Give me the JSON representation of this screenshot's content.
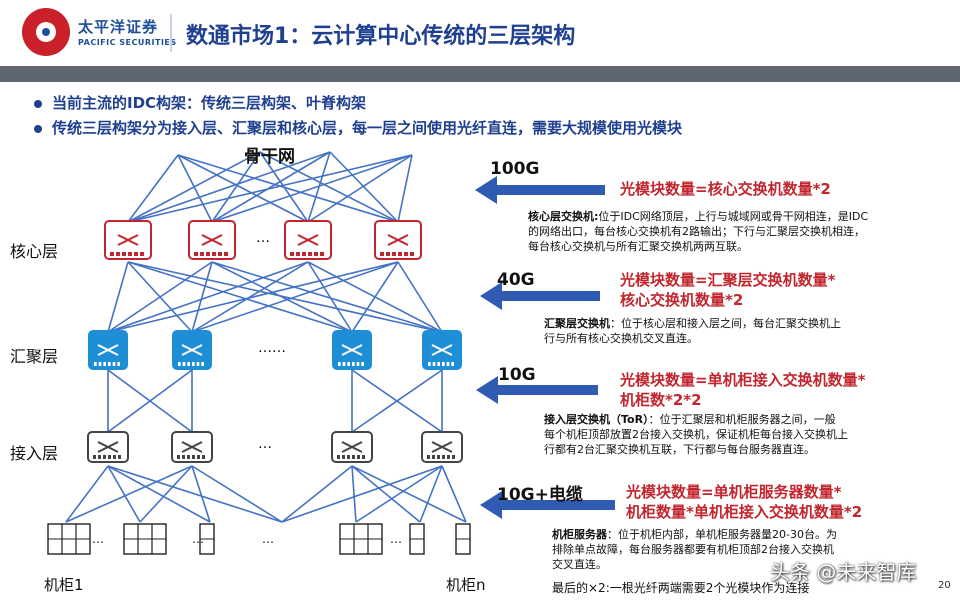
{
  "header": {
    "brand_cn": "太平洋证券",
    "brand_en": "PACIFIC SECURITIES",
    "title": "数通市场1：云计算中心传统的三层架构"
  },
  "bullets": [
    "当前主流的IDC构架：传统三层构架、叶脊构架",
    "传统三层构架分为接入层、汇聚层和核心层，每一层之间使用光纤直连，需要大规模使用光模块"
  ],
  "diagram": {
    "backbone_label": "骨干网",
    "layers": {
      "core": "核心层",
      "aggregation": "汇聚层",
      "access": "接入层"
    },
    "ellipsis": "…",
    "ellipsis_long": "……",
    "cabinet_first": "机柜1",
    "cabinet_last": "机柜n",
    "colors": {
      "link": "#4472c4",
      "core": "#c1262e",
      "aggregation": "#1e8fd6",
      "access": "#444444",
      "arrow": "#2f5bb3"
    }
  },
  "annotations": [
    {
      "speed": "100G",
      "formula": [
        "光模块数量=核心交换机数量*2"
      ],
      "desc_bold": "核心层交换机:",
      "desc": [
        "位于IDC网络顶层，上行与城域网或骨干网相连，是IDC",
        "的网络出口，每台核心交换机有2路输出；下行与汇聚层交换机相连，",
        "每台核心交换机与所有汇聚交换机两两互联。"
      ]
    },
    {
      "speed": "40G",
      "formula": [
        "光模块数量=汇聚层交换机数量*",
        "核心交换机数量*2"
      ],
      "desc_bold": "汇聚层交换机",
      "desc": [
        "：位于核心层和接入层之间，每台汇聚交换机上",
        "行与所有核心交换机交叉直连。"
      ]
    },
    {
      "speed": "10G",
      "formula": [
        "光模块数量=单机柜接入交换机数量*",
        "机柜数*2*2"
      ],
      "desc_bold": "接入层交换机（ToR）",
      "desc": [
        "：位于汇聚层和机柜服务器之间，一般",
        "每个机柜顶部放置2台接入交换机，保证机柜每台接入交换机上",
        "行都有2台汇聚交换机互联，下行都与每台服务器直连。"
      ]
    },
    {
      "speed": "10G+电缆",
      "formula": [
        "光模块数量=单机柜服务器数量*",
        "机柜数量*单机柜接入交换机数量*2"
      ],
      "desc_bold": "机柜服务器",
      "desc": [
        "：位于机柜内部，单机柜服务器量20-30台。为",
        "排除单点故障，每台服务器都要有机柜顶部2台接入交换机",
        "交叉直连。"
      ],
      "note": "最后的×2:一根光纤两端需要2个光模块作为连接"
    }
  ],
  "watermark": "头条 @未来智库",
  "page_number": "20"
}
